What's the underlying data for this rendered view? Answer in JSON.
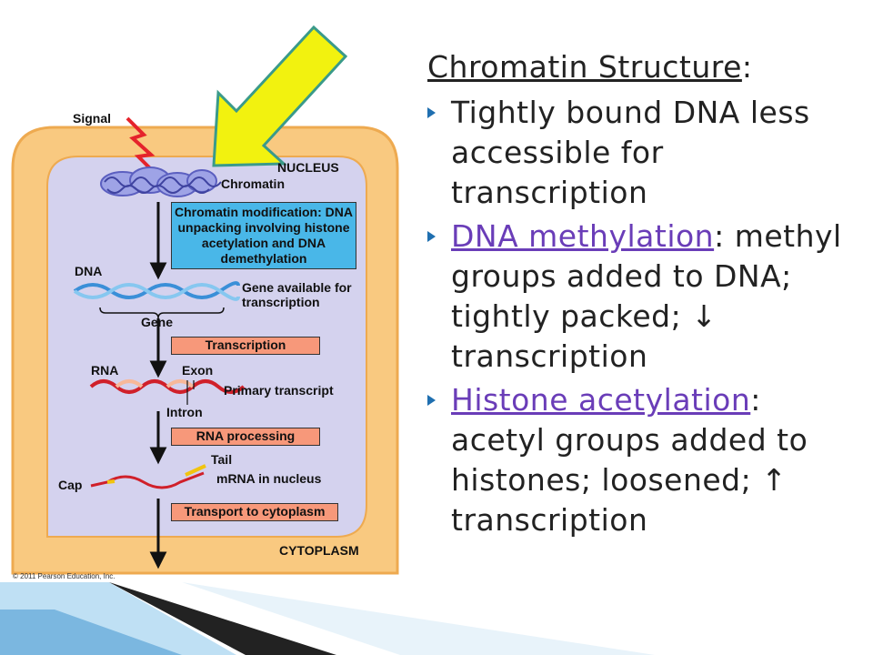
{
  "slide": {
    "heading": "Chromatin Structure",
    "heading_suffix": ":",
    "bullets": [
      {
        "text": "Tightly bound DNA less accessible for transcription"
      },
      {
        "term": "DNA methylation",
        "text": ": methyl groups added to DNA; tightly packed; ↓ transcription"
      },
      {
        "term": "Histone acetylation",
        "text": ": acetyl groups added to histones; loosened; ↑ transcription"
      }
    ]
  },
  "figure": {
    "signal": "Signal",
    "nucleus": "NUCLEUS",
    "chromatin": "Chromatin",
    "chromatin_modification": "Chromatin modification: DNA unpacking involving histone acetylation and DNA demethylation",
    "dna": "DNA",
    "gene_available": "Gene available for transcription",
    "gene": "Gene",
    "transcription": "Transcription",
    "rna": "RNA",
    "exon": "Exon",
    "primary_transcript": "Primary transcript",
    "intron": "Intron",
    "rna_processing": "RNA processing",
    "tail": "Tail",
    "cap": "Cap",
    "mrna_in_nucleus": "mRNA in nucleus",
    "transport": "Transport to cytoplasm",
    "cytoplasm": "CYTOPLASM",
    "copyright": "© 2011 Pearson Education, Inc."
  },
  "colors": {
    "cell_outer": "#f9c980",
    "nucleus_fill": "#d4d2ee",
    "arrow_yellow": "#f2f20f",
    "arrow_outline": "#3a9a8a",
    "bullet": "#1f6fb0",
    "link": "#6a3db8"
  }
}
